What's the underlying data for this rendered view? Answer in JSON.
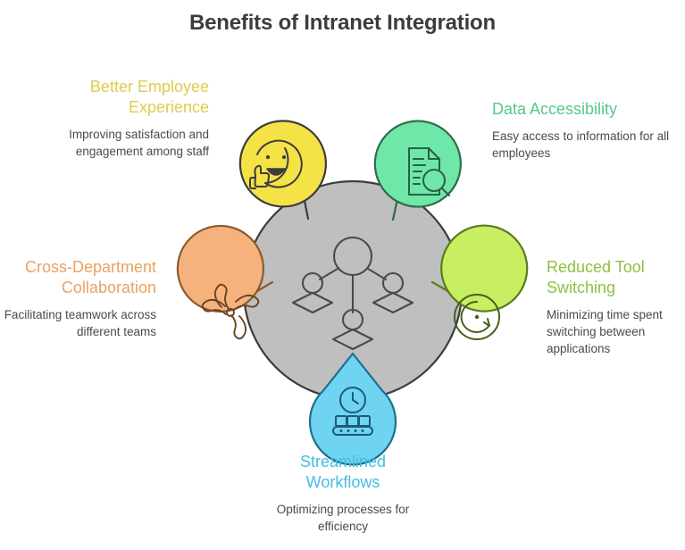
{
  "header": {
    "title": "Benefits of Intranet Integration"
  },
  "colors": {
    "hub_fill": "#bfbfbf",
    "outline": "#3c3c3c",
    "body_text": "#4a4a4a",
    "title_text": "#3c3c3c",
    "background": "#ffffff"
  },
  "center": {
    "icon": "org-network-hierarchy-icon"
  },
  "benefits": [
    {
      "id": "better-employee-experience",
      "heading": "Better Employee\nExperience",
      "heading_line1": "Better Employee",
      "heading_line2": "Experience",
      "description": "Improving satisfaction and engagement among staff",
      "heading_color": "#dccd4e",
      "pin_fill": "#f4e246",
      "icon": "smiley-thumbs-up-icon",
      "position": "top-left"
    },
    {
      "id": "data-accessibility",
      "heading": "Data Accessibility",
      "heading_line1": "Data Accessibility",
      "heading_line2": "",
      "description": "Easy access to information for all employees",
      "heading_color": "#53c78d",
      "pin_fill": "#6ee7a8",
      "icon": "document-search-icon",
      "position": "top-right"
    },
    {
      "id": "cross-department-collaboration",
      "heading": "Cross-Department\nCollaboration",
      "heading_line1": "Cross-Department",
      "heading_line2": "Collaboration",
      "description": "Facilitating teamwork across different teams",
      "heading_color": "#e8a262",
      "pin_fill": "#f6b27c",
      "icon": "interlocking-hands-icon",
      "position": "middle-left"
    },
    {
      "id": "reduced-tool-switching",
      "heading": "Reduced Tool\nSwitching",
      "heading_line1": "Reduced Tool",
      "heading_line2": "Switching",
      "description": "Minimizing time spent switching between applications",
      "heading_color": "#8dc044",
      "pin_fill": "#c8ee62",
      "icon": "circular-refresh-arrow-icon",
      "position": "middle-right"
    },
    {
      "id": "streamlined-workflows",
      "heading": "Streamlined\nWorkflows",
      "heading_line1": "Streamlined",
      "heading_line2": "Workflows",
      "description": "Optimizing processes for efficiency",
      "heading_color": "#44bde4",
      "pin_fill": "#6fd3f2",
      "icon": "clock-conveyor-belt-icon",
      "position": "bottom-center"
    }
  ]
}
